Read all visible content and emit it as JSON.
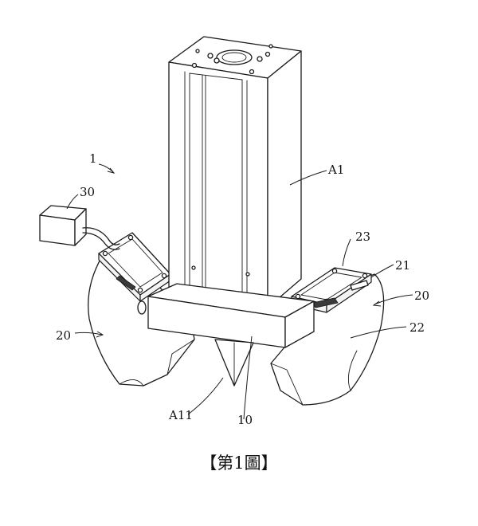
{
  "figure": {
    "caption": "【第1圖】",
    "labels": {
      "assembly": "1",
      "column": "A1",
      "tip": "A11",
      "base": "10",
      "claw_left": "20",
      "claw_right": "20",
      "plate": "23",
      "sensor": "21",
      "shell": "22",
      "controller": "30"
    }
  }
}
